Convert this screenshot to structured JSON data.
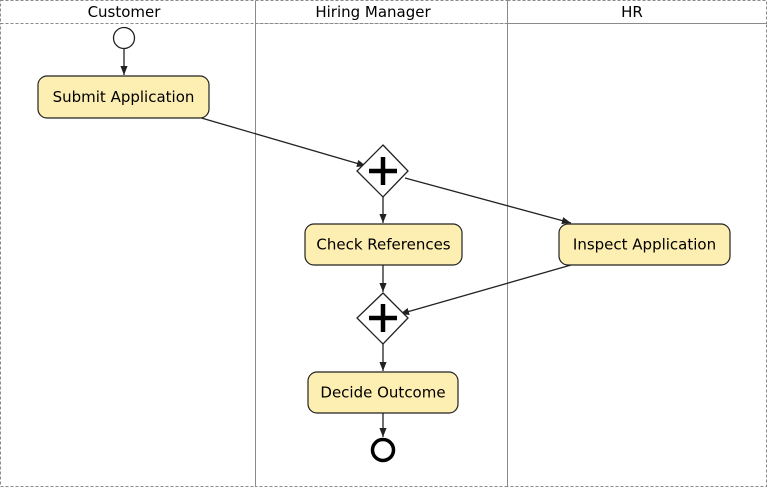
{
  "lanes": [
    {
      "title": "Customer"
    },
    {
      "title": "Hiring Manager"
    },
    {
      "title": "HR"
    }
  ],
  "tasks": {
    "submit": "Submit Application",
    "check": "Check References",
    "inspect": "Inspect Application",
    "decide": "Decide Outcome"
  },
  "colors": {
    "task_fill": "#fdeeb1",
    "stroke": "#222222",
    "lane_border": "#8a8a8a"
  }
}
